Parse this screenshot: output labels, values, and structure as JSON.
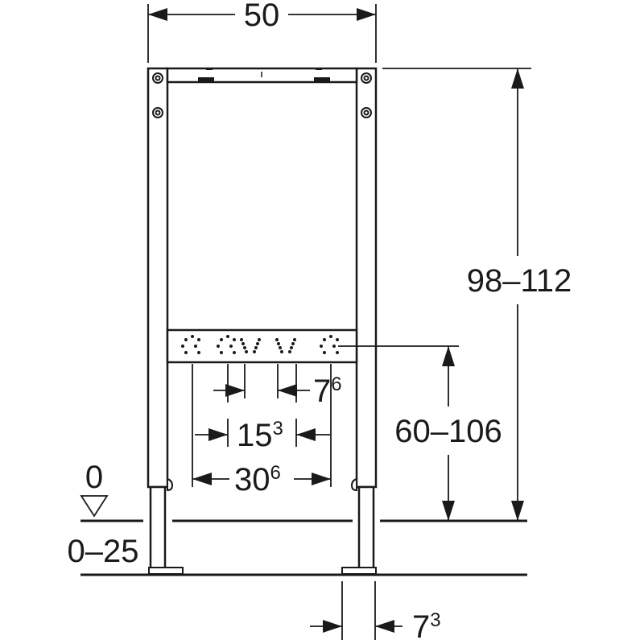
{
  "drawing": {
    "width_label": "50",
    "total_height_label": "98–112",
    "rail_height_label": "60–106",
    "floor_level_label": "0",
    "floor_offset_label": "0–25",
    "spacing_small": {
      "base": "7",
      "sup": "6"
    },
    "spacing_medium": {
      "base": "15",
      "sup": "3"
    },
    "spacing_large": {
      "base": "30",
      "sup": "6"
    },
    "foot_offset": {
      "base": "7",
      "sup": "3"
    }
  }
}
